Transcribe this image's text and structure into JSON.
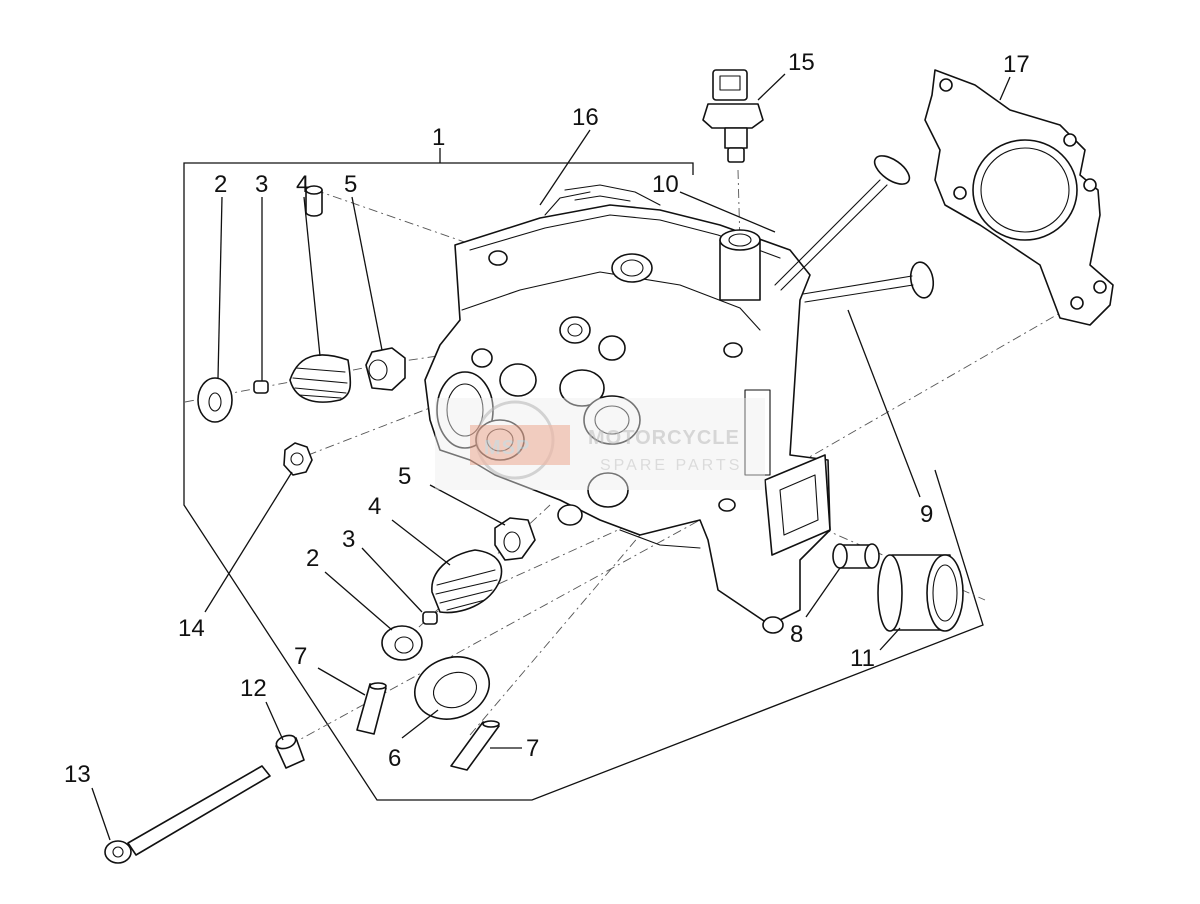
{
  "diagram": {
    "callouts": [
      {
        "id": "1",
        "text": "1"
      },
      {
        "id": "2a",
        "text": "2"
      },
      {
        "id": "3a",
        "text": "3"
      },
      {
        "id": "4a",
        "text": "4"
      },
      {
        "id": "5a",
        "text": "5"
      },
      {
        "id": "16",
        "text": "16"
      },
      {
        "id": "15",
        "text": "15"
      },
      {
        "id": "17",
        "text": "17"
      },
      {
        "id": "10",
        "text": "10"
      },
      {
        "id": "9",
        "text": "9"
      },
      {
        "id": "5b",
        "text": "5"
      },
      {
        "id": "4b",
        "text": "4"
      },
      {
        "id": "3b",
        "text": "3"
      },
      {
        "id": "2b",
        "text": "2"
      },
      {
        "id": "14",
        "text": "14"
      },
      {
        "id": "7a",
        "text": "7"
      },
      {
        "id": "12",
        "text": "12"
      },
      {
        "id": "13",
        "text": "13"
      },
      {
        "id": "6",
        "text": "6"
      },
      {
        "id": "7b",
        "text": "7"
      },
      {
        "id": "8",
        "text": "8"
      },
      {
        "id": "11",
        "text": "11"
      }
    ]
  },
  "watermark": {
    "badge": "MSP",
    "title": "MOTORCYCLE",
    "subtitle": "SPARE PARTS"
  },
  "colors": {
    "line": "#111111",
    "watermark": "#c4c4c4",
    "watermark_badge": "#e8a38a"
  }
}
